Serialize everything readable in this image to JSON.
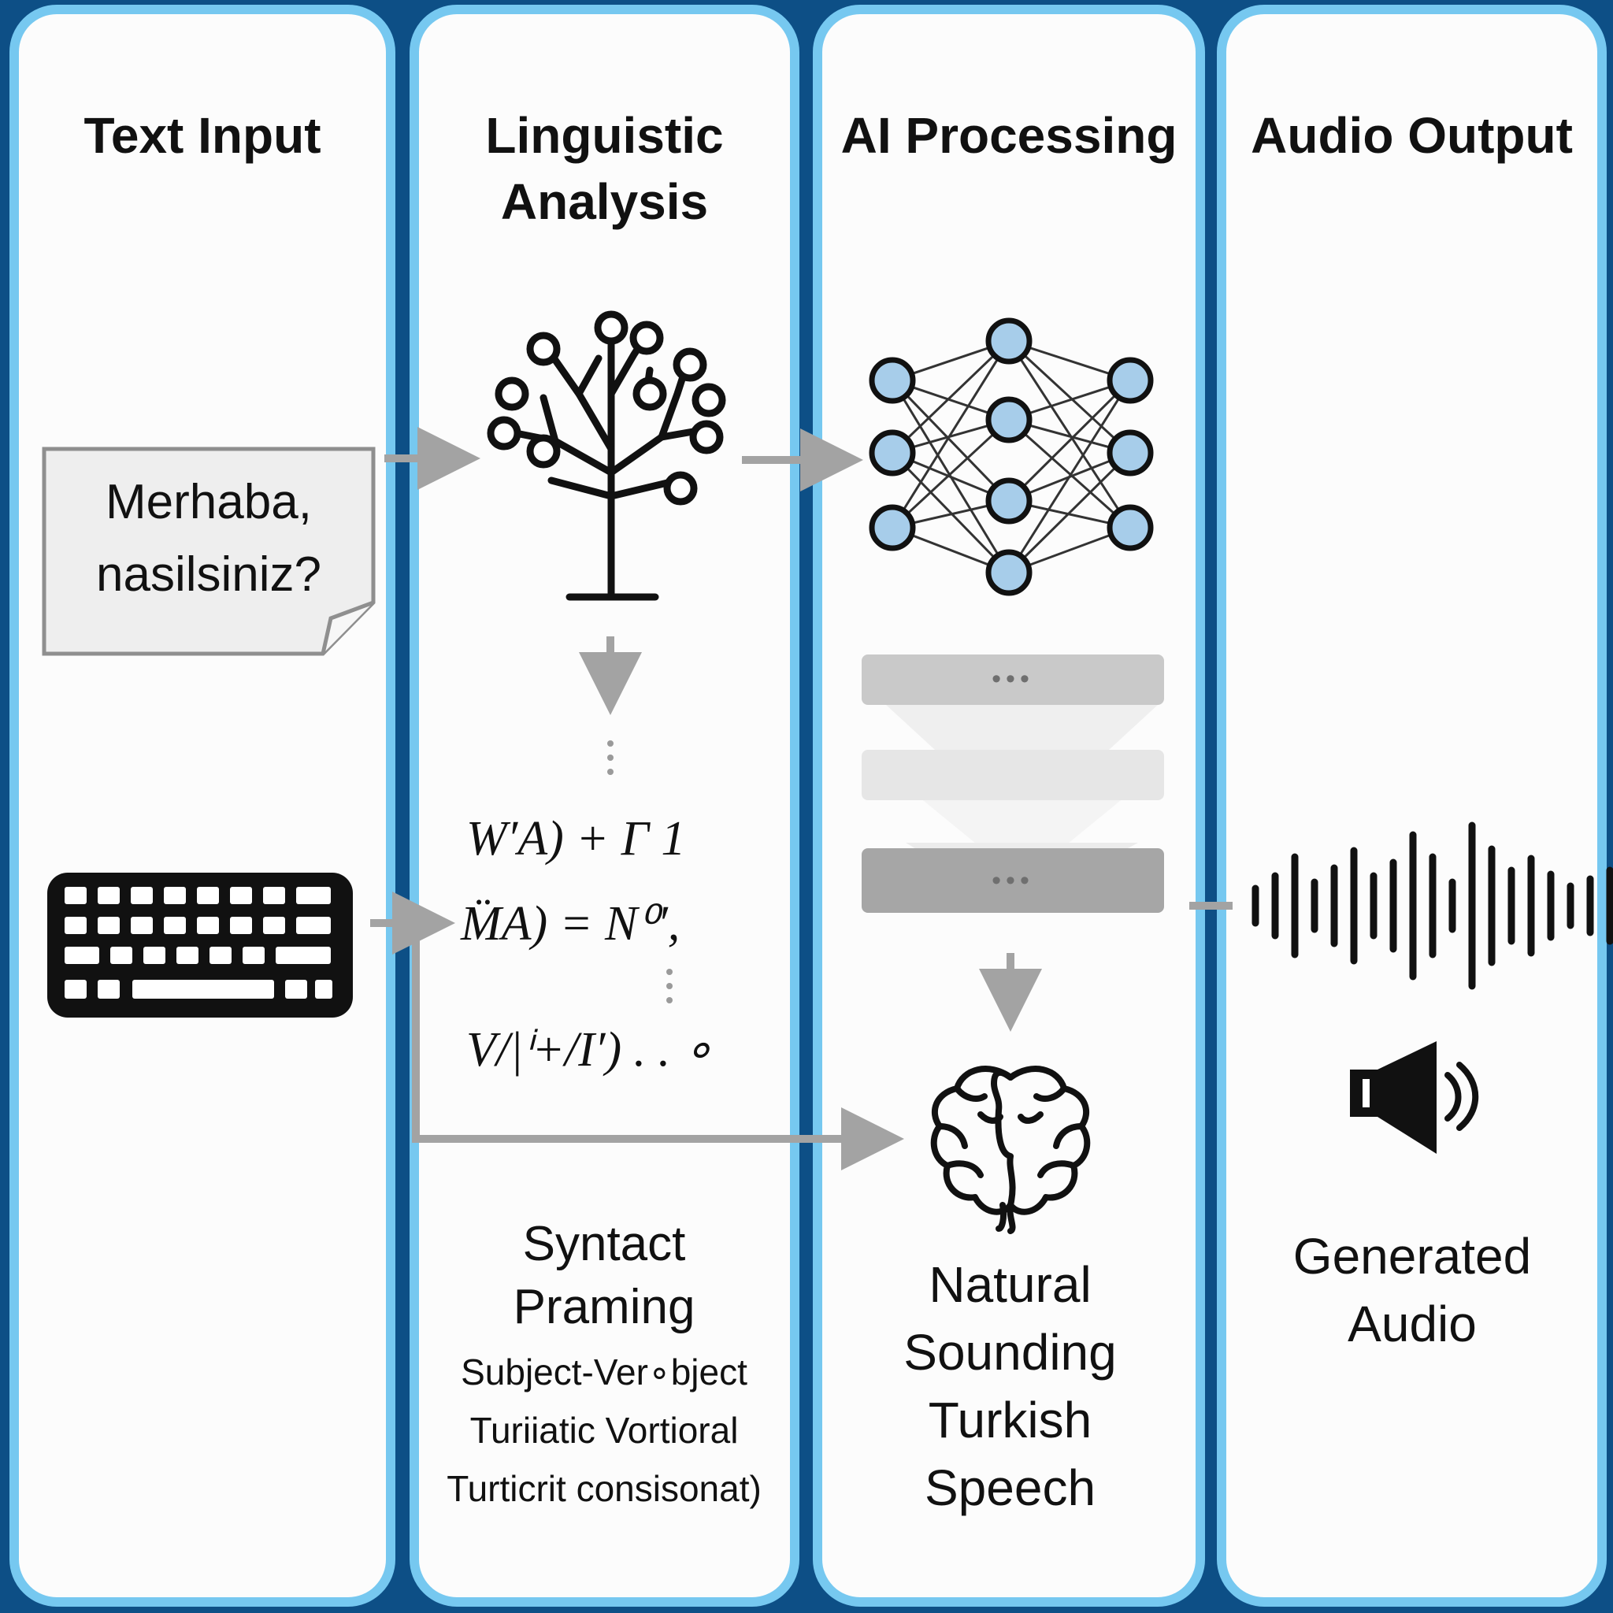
{
  "columns": {
    "text_input": {
      "title": "Text Input"
    },
    "linguistic": {
      "title": "Linguistic\nAnalysis"
    },
    "ai": {
      "title": "AI Processing"
    },
    "audio": {
      "title": "Audio Output"
    }
  },
  "text_input": {
    "note_text": "Merhaba,\nnasilsiniz?"
  },
  "linguistic": {
    "formula_lines": [
      "W′A) +  Γ 1",
      "M̈A) = N⁰′,",
      "V/|ⁱ+/I′) . . ∘"
    ],
    "caption_main": "Syntact\nPraming",
    "caption_lines": [
      "Subject-Ver∘bject",
      "Turiiatic Vortioral",
      "Turticrit consisonat)"
    ]
  },
  "ai": {
    "layer_dots": "•••",
    "caption": "Natural\nSounding\nTurkish\nSpeech"
  },
  "audio": {
    "caption": "Generated\nAudio"
  },
  "colors": {
    "background": "#0d4f86",
    "column_border": "#76c8f0",
    "node_fill": "#a7cdea",
    "arrow": "#a3a3a3"
  },
  "icons": [
    "document-icon",
    "keyboard-icon",
    "tree-icon",
    "neural-network-icon",
    "layer-stack-icon",
    "brain-icon",
    "waveform-icon",
    "speaker-icon"
  ]
}
